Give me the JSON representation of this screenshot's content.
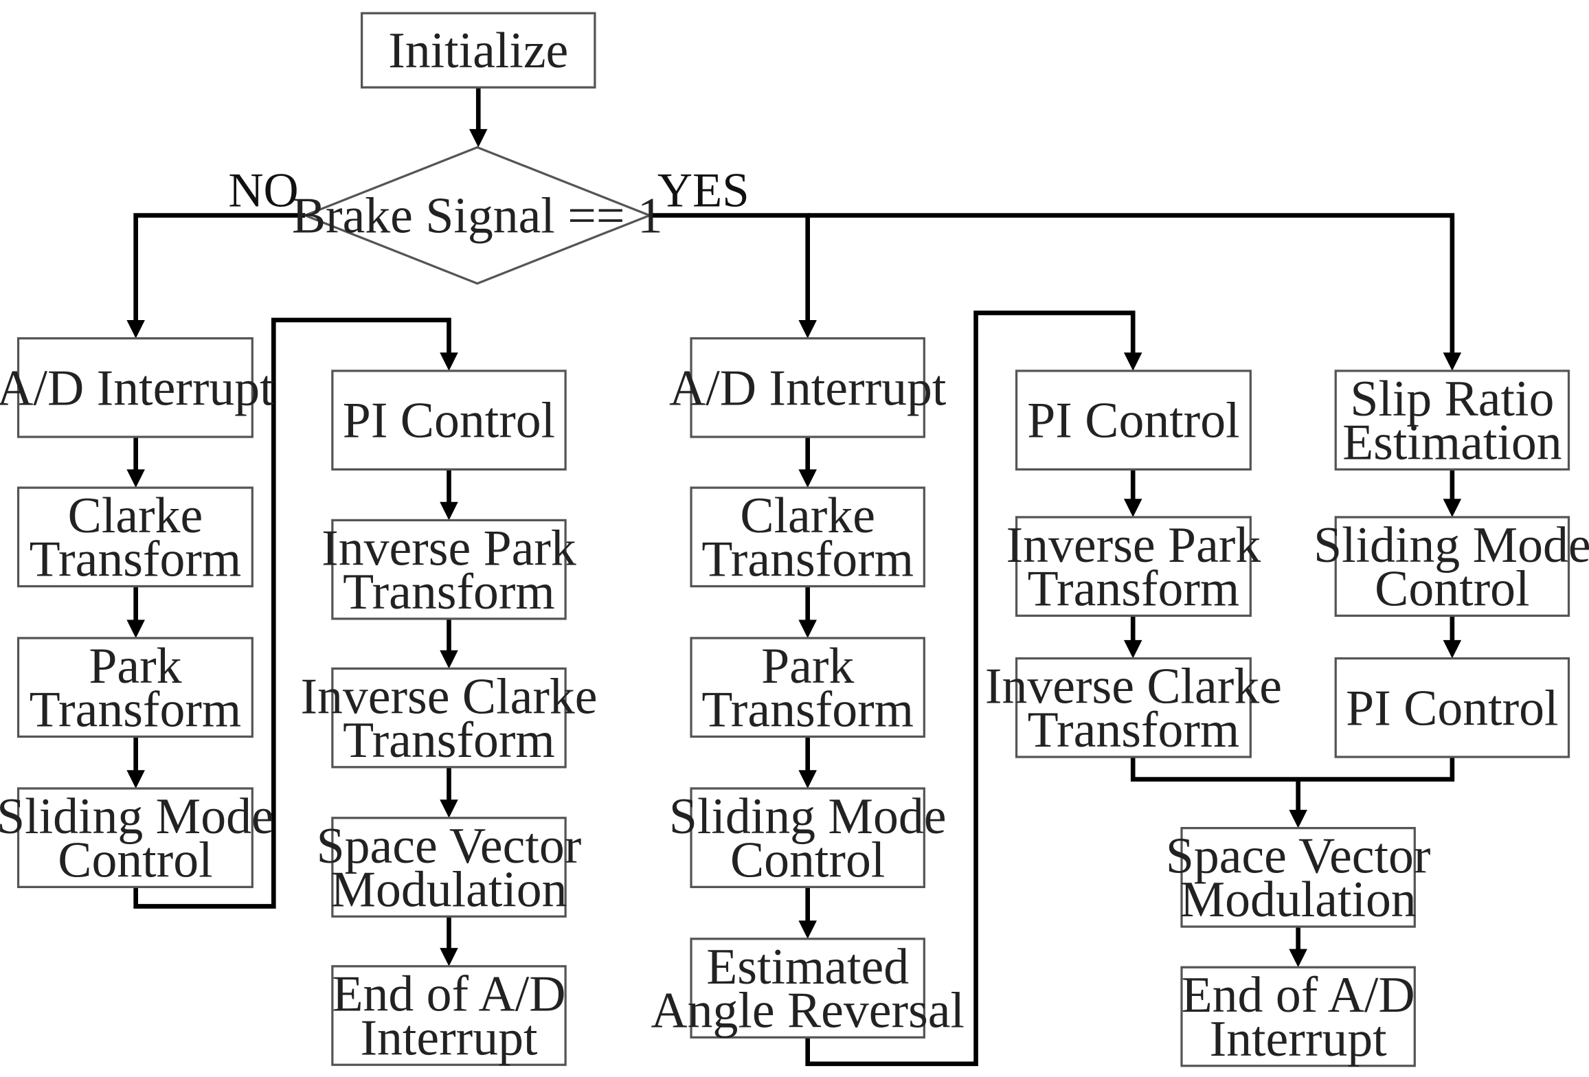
{
  "decision": {
    "label": "Brake Signal == 1",
    "no_label": "NO",
    "yes_label": "YES"
  },
  "nodes": {
    "initialize": [
      "Initialize"
    ],
    "no_ad": [
      "A/D Interrupt"
    ],
    "no_clarke": [
      "Clarke",
      "Transform"
    ],
    "no_park": [
      "Park",
      "Transform"
    ],
    "no_smc": [
      "Sliding Mode",
      "Control"
    ],
    "no_pi": [
      "PI Control"
    ],
    "no_invpark": [
      "Inverse Park",
      "Transform"
    ],
    "no_invclarke": [
      "Inverse Clarke",
      "Transform"
    ],
    "no_svm": [
      "Space Vector",
      "Modulation"
    ],
    "no_end": [
      "End of A/D",
      "Interrupt"
    ],
    "yes_ad": [
      "A/D Interrupt"
    ],
    "yes_clarke": [
      "Clarke",
      "Transform"
    ],
    "yes_park": [
      "Park",
      "Transform"
    ],
    "yes_smc": [
      "Sliding Mode",
      "Control"
    ],
    "yes_angle": [
      "Estimated",
      "Angle Reversal"
    ],
    "yes_pi": [
      "PI Control"
    ],
    "yes_invpark": [
      "Inverse Park",
      "Transform"
    ],
    "yes_invclarke": [
      "Inverse Clarke",
      "Transform"
    ],
    "slip": [
      "Slip Ratio",
      "Estimation"
    ],
    "slip_smc": [
      "Sliding Mode",
      "Control"
    ],
    "slip_pi": [
      "PI Control"
    ],
    "yes_svm": [
      "Space Vector",
      "Modulation"
    ],
    "yes_end": [
      "End of A/D",
      "Interrupt"
    ]
  }
}
